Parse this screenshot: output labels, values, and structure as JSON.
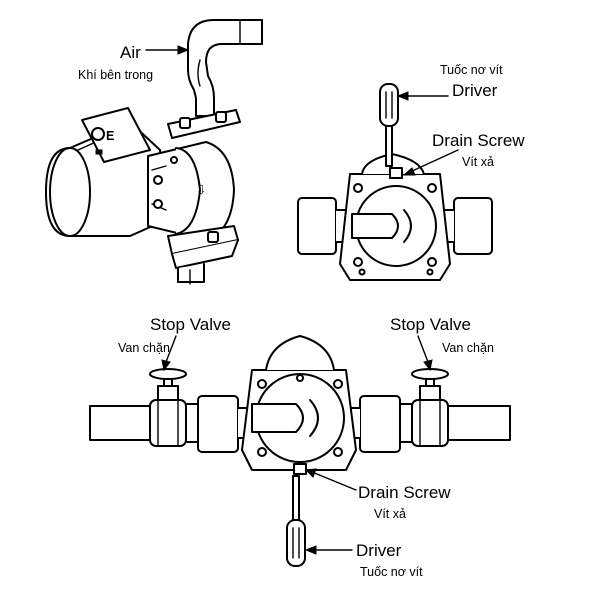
{
  "labels": {
    "air": "Air",
    "air_vi": "Khí bên trong",
    "driver_top_vi": "Tuốc nơ vít",
    "driver_top": "Driver",
    "drain_top": "Drain Screw",
    "drain_top_vi": "Vít xả",
    "stop_left": "Stop Valve",
    "stop_left_vi": "Van chặn",
    "stop_right": "Stop Valve",
    "stop_right_vi": "Van chặn",
    "drain_bottom": "Drain Screw",
    "drain_bottom_vi": "Vít xả",
    "driver_bottom": "Driver",
    "driver_bottom_vi": "Tuốc nơ vít"
  },
  "icons": {
    "pump_badge": "E",
    "flow_arrow": "⇩"
  }
}
